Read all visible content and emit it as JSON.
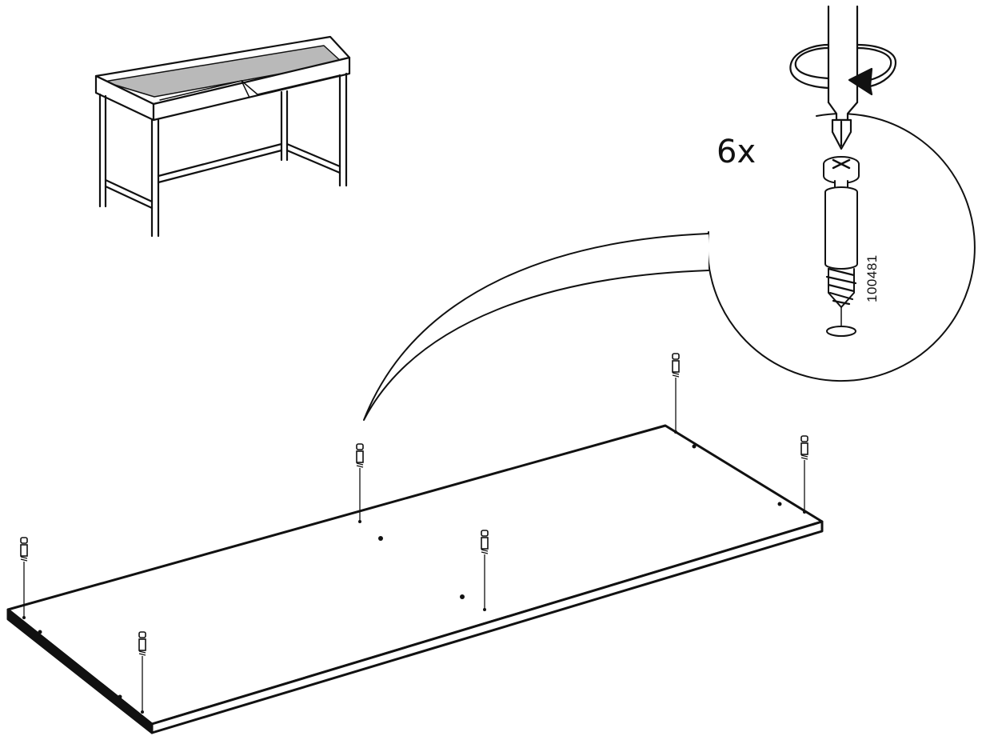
{
  "instruction": {
    "quantity_label": "6x",
    "part_number": "100481"
  },
  "icons": {
    "desk": "desk-overview-icon",
    "screwdriver": "screwdriver-icon",
    "rotation": "clockwise-rotation-arrow-icon",
    "cam_dowel": "cam-lock-dowel-icon",
    "panel": "desk-top-panel-icon"
  },
  "colors": {
    "line": "#111111",
    "desk_top_fill": "#b9b9b9",
    "background": "#ffffff"
  },
  "dowel_count": 6
}
